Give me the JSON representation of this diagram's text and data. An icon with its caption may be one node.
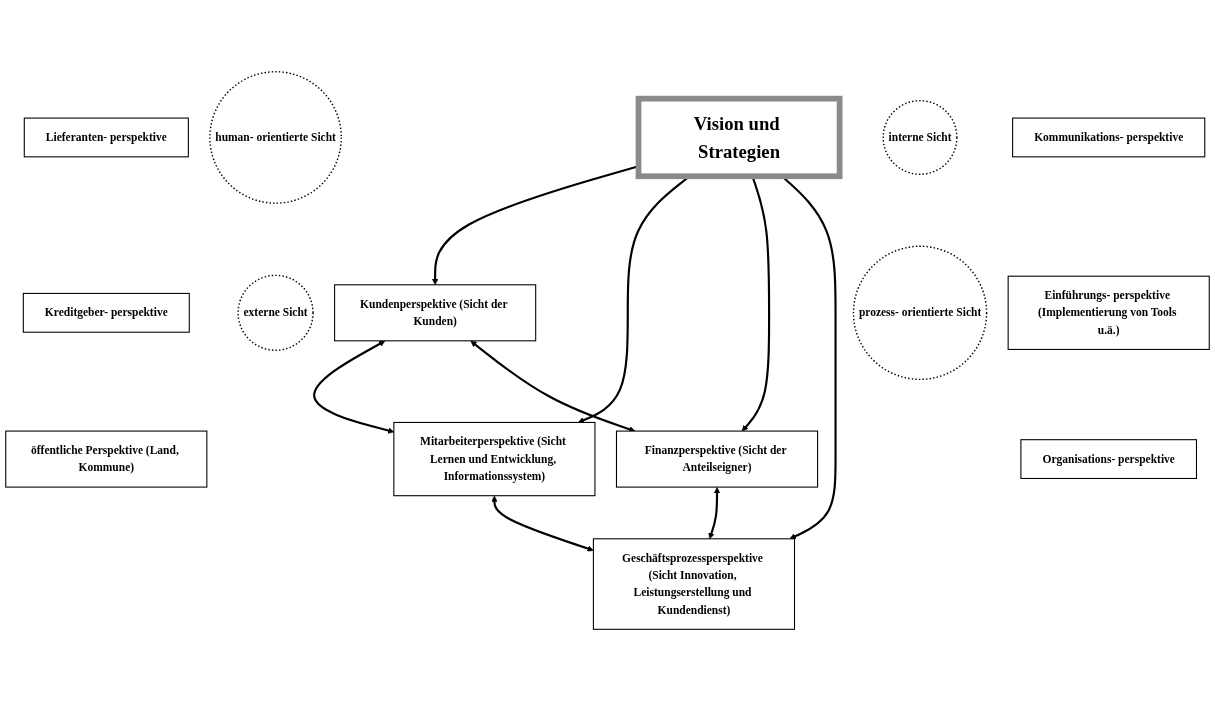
{
  "diagram": {
    "nodes": [
      {
        "text": [
          "Kundenperspektive (Sicht der Kunden)"
        ]
      },
      {
        "text": [
          "Mitarbeiterperspektive (Sicht Lernen und Entwicklung, Informationssystem)"
        ]
      },
      {
        "text": [
          "Lieferanten- perspektive"
        ]
      },
      {
        "text": [
          "human- orientierte Sicht"
        ]
      },
      {
        "text": [
          "Kommunikations- perspektive"
        ]
      },
      {
        "text": [
          "Kreditgeber- perspektive"
        ]
      },
      {
        "text": [
          "externe Sicht"
        ]
      },
      {
        "text": [
          "Vision und Strategien"
        ]
      },
      {
        "text": [
          "interne Sicht"
        ]
      },
      {
        "text": [
          "Einführungs- perspektive (Implementierung von Tools u.ä.)"
        ]
      },
      {
        "text": [
          "öffentliche Perspektive (Land, Kommune)"
        ]
      },
      {
        "text": [
          "prozess- orientierte Sicht"
        ]
      },
      {
        "text": [
          "Organisations- perspektive"
        ]
      },
      {
        "text": [
          "Finanzperspektive (Sicht der Anteilseigner)"
        ]
      },
      {
        "text": [
          "Geschäftsprozessperspektive (Sicht Innovation, Leistungserstellung und Kundendienst)"
        ]
      }
    ],
    "edges": [
      {
        "from": 0,
        "to": 1,
        "arrow": "both"
      },
      {
        "from": 7,
        "to": 0,
        "arrow": "to"
      },
      {
        "from": 7,
        "to": 1,
        "arrow": "to"
      },
      {
        "from": 0,
        "to": 13,
        "arrow": "both"
      },
      {
        "from": 1,
        "to": 14,
        "arrow": "both"
      },
      {
        "from": 7,
        "to": 13,
        "arrow": "to"
      },
      {
        "from": 7,
        "to": 14,
        "arrow": "to"
      },
      {
        "from": 13,
        "to": 14,
        "arrow": "both"
      }
    ]
  }
}
